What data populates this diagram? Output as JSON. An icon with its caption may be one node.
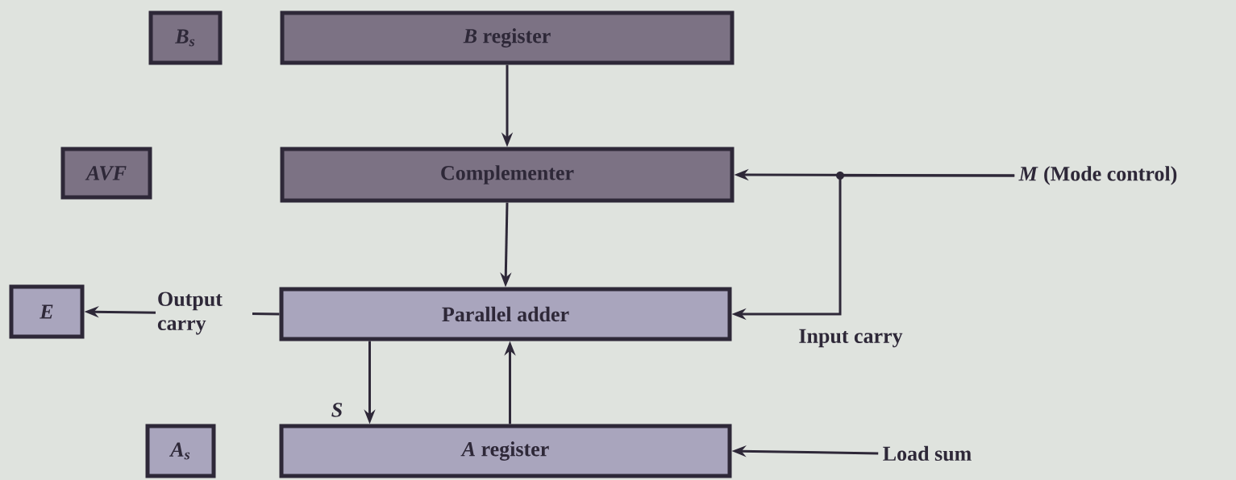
{
  "diagram": {
    "nodes": [
      {
        "text": [
          "B$_{s}$"
        ]
      },
      {
        "text": [
          "*B* register"
        ]
      },
      {
        "text": [
          "AVF"
        ]
      },
      {
        "text": [
          "Complementer"
        ]
      },
      {
        "text": [
          "*M* (Mode control)"
        ]
      },
      {
        "text": [
          "E"
        ]
      },
      {
        "text": [
          "Parallel adder"
        ]
      },
      {
        "text": [
          "A$_{s}$"
        ]
      },
      {
        "text": [
          "*A* register"
        ]
      },
      {
        "text": [
          "Load sum"
        ]
      }
    ],
    "edges": [
      {
        "from": 1,
        "to": 3,
        "arrow": "to"
      },
      {
        "from": 3,
        "to": 6,
        "arrow": "to"
      },
      {
        "from": 4,
        "to": 3,
        "arrow": "to"
      },
      {
        "from": 4,
        "to": 6,
        "arrow": "to",
        "label": "Input carry"
      },
      {
        "from": 6,
        "to": 5,
        "arrow": "to",
        "label": "Output carry"
      },
      {
        "from": 6,
        "to": 8,
        "arrow": "to",
        "label": "S"
      },
      {
        "from": 8,
        "to": 6,
        "arrow": "to"
      },
      {
        "from": 9,
        "to": 8,
        "arrow": "to"
      }
    ]
  }
}
